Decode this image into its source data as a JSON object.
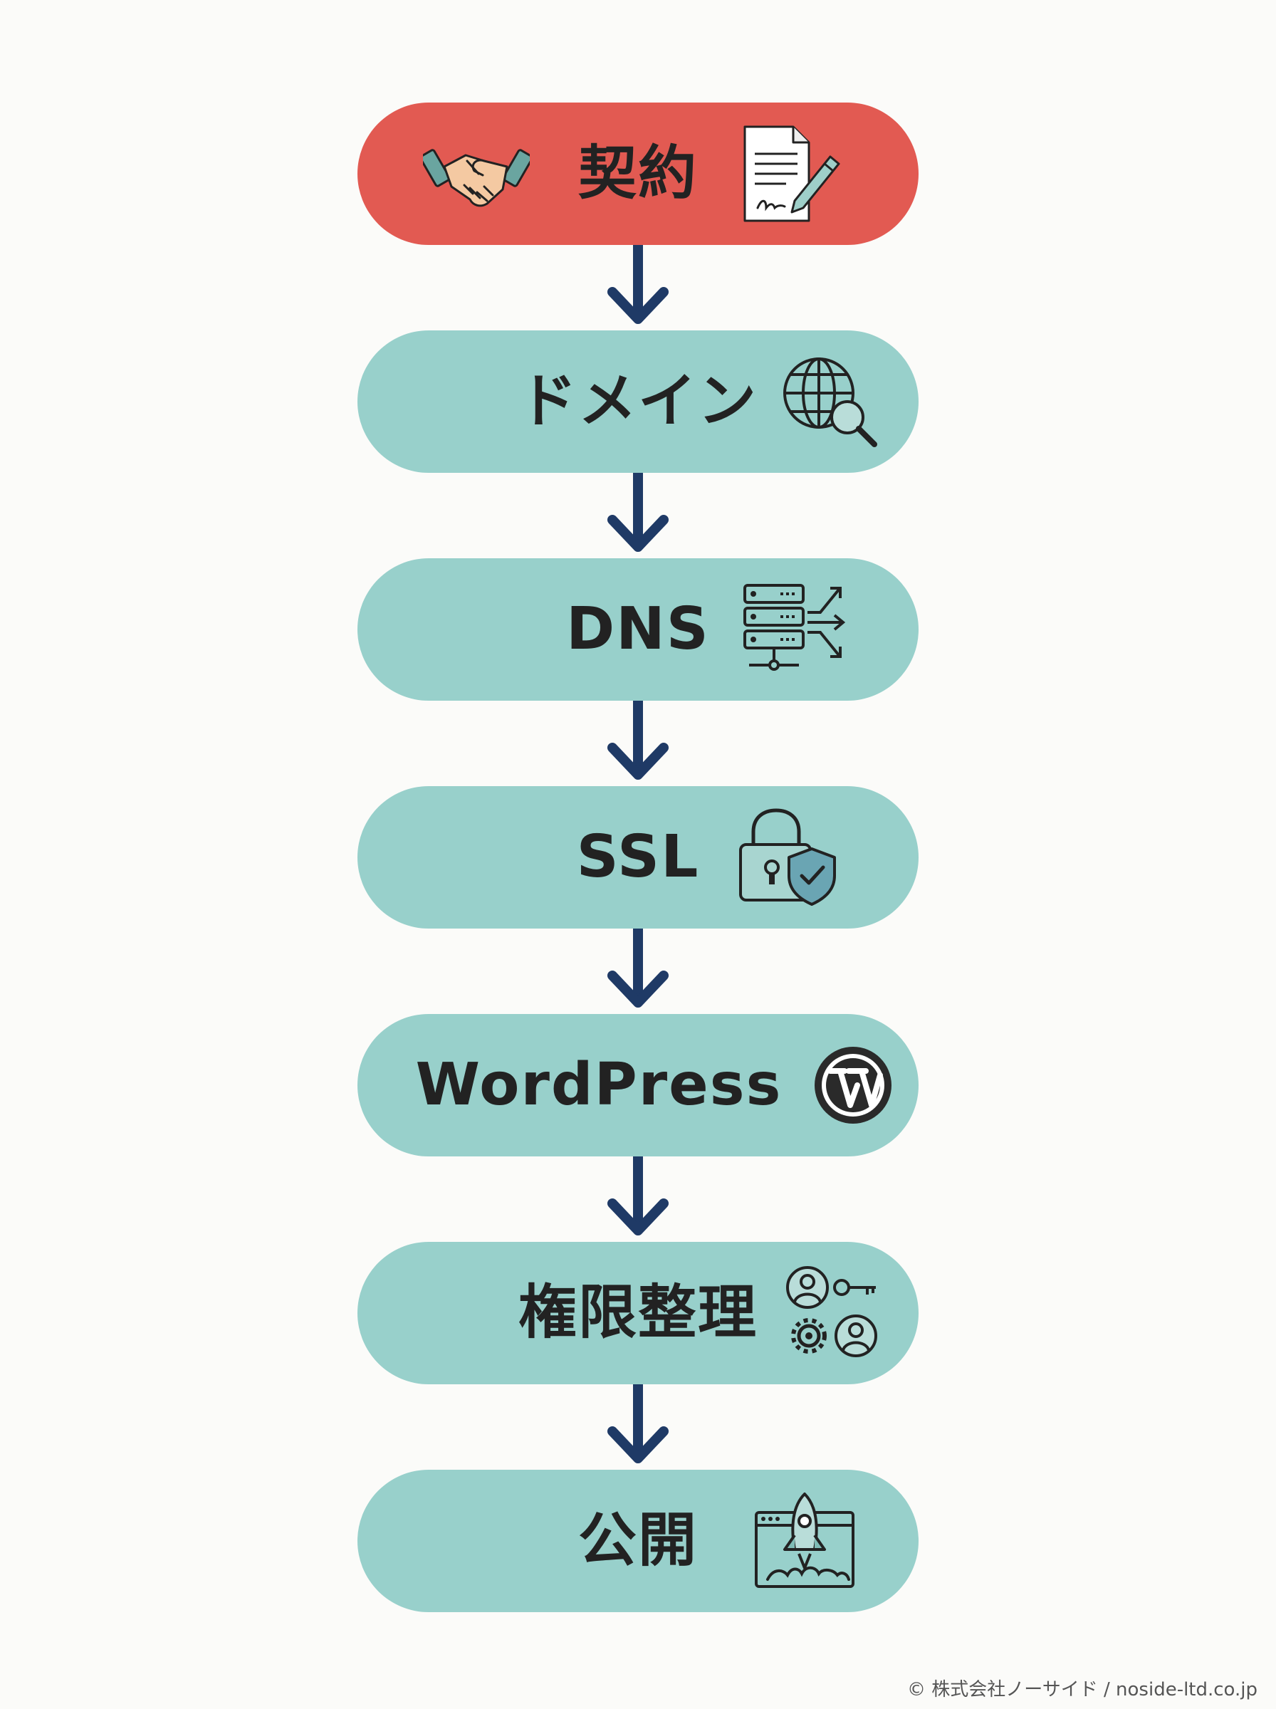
{
  "steps": [
    {
      "label": "契約",
      "icons": [
        "handshake-icon",
        "contract-signing-icon"
      ]
    },
    {
      "label": "ドメイン",
      "icons": [
        "globe-search-icon"
      ]
    },
    {
      "label": "DNS",
      "icons": [
        "server-routing-icon"
      ]
    },
    {
      "label": "SSL",
      "icons": [
        "padlock-shield-icon"
      ]
    },
    {
      "label": "WordPress",
      "icons": [
        "wordpress-logo-icon"
      ]
    },
    {
      "label": "権限整理",
      "icons": [
        "user-permissions-icon"
      ]
    },
    {
      "label": "公開",
      "icons": [
        "rocket-launch-window-icon"
      ]
    }
  ],
  "copyright": "© 株式会社ノーサイド / noside-ltd.co.jp",
  "colors": {
    "first_step": "#e25a52",
    "step": "#98d0cb",
    "arrow": "#1f3a66",
    "text": "#222222",
    "background": "#fbfbf9"
  }
}
